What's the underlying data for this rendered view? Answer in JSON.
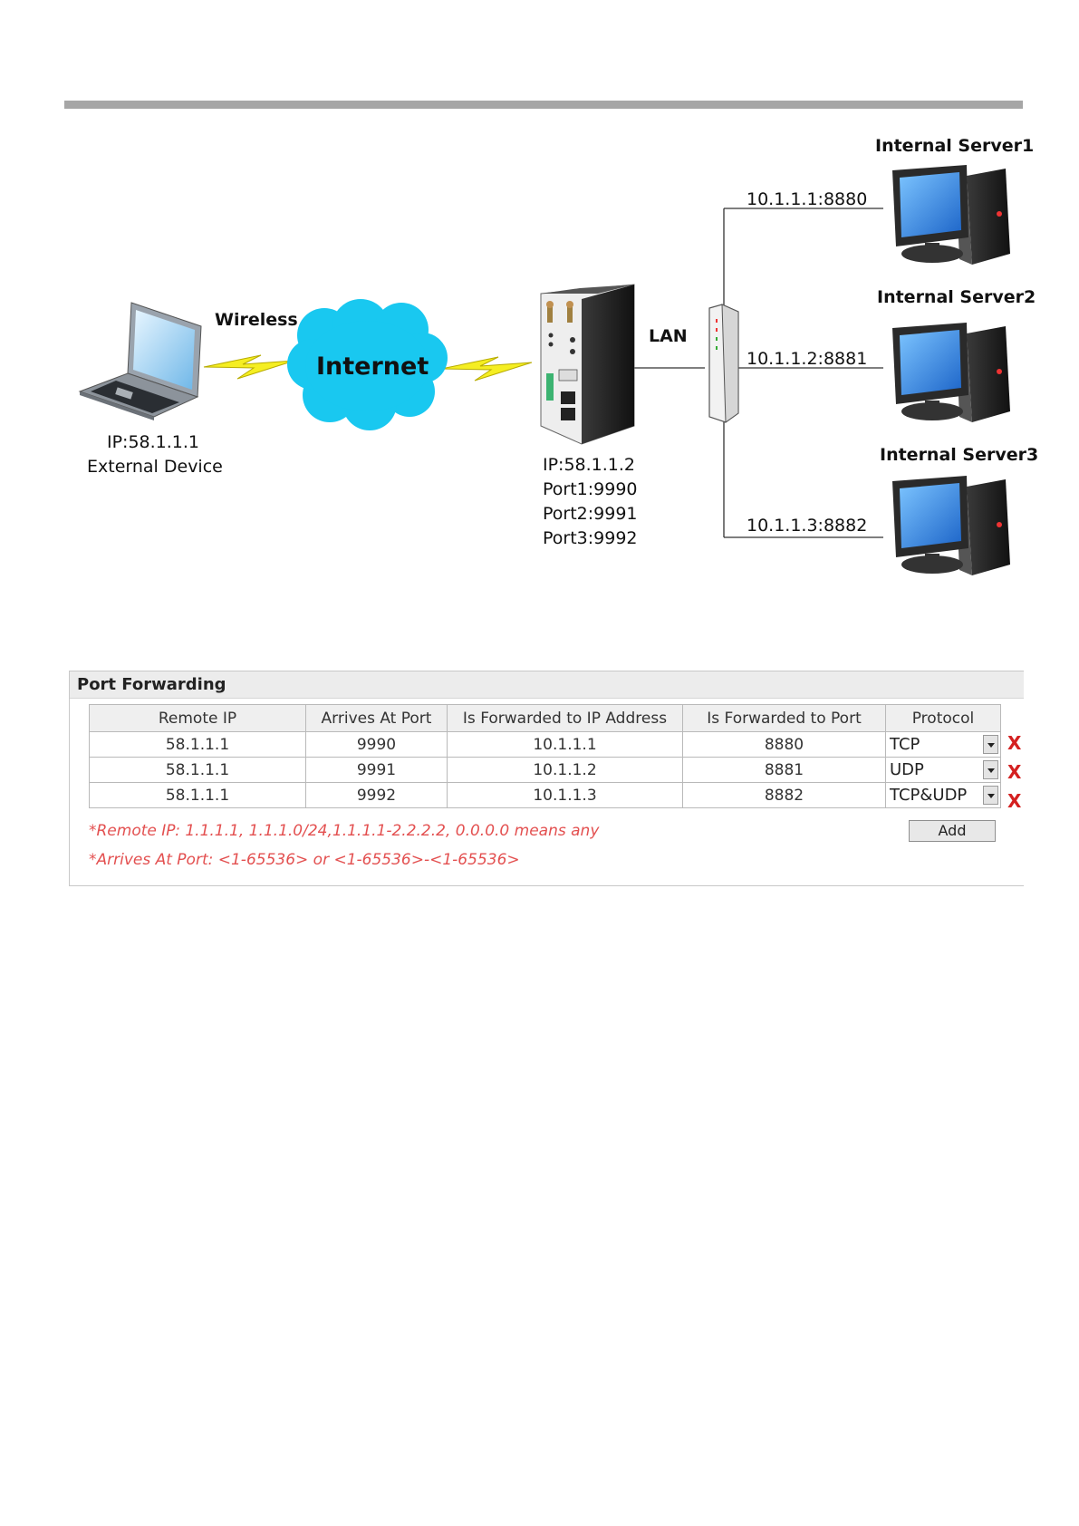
{
  "diagram": {
    "external_device": {
      "ip": "IP:58.1.1.1",
      "label": "External Device"
    },
    "wireless_label": "Wireless",
    "internet_label": "Internet",
    "lan_label": "LAN",
    "router": {
      "ip": "IP:58.1.1.2",
      "port1": "Port1:9990",
      "port2": "Port2:9991",
      "port3": "Port3:9992"
    },
    "servers": [
      {
        "name": "Internal Server1",
        "address": "10.1.1.1:8880"
      },
      {
        "name": "Internal Server2",
        "address": "10.1.1.2:8881"
      },
      {
        "name": "Internal Server3",
        "address": "10.1.1.3:8882"
      }
    ],
    "colors": {
      "cloud": "#19c8f0",
      "bolt": "#f5ee22",
      "screen": "#2f8fe0"
    }
  },
  "port_forwarding": {
    "title": "Port Forwarding",
    "columns": [
      "Remote IP",
      "Arrives At Port",
      "Is Forwarded to IP Address",
      "Is Forwarded to Port",
      "Protocol"
    ],
    "rows": [
      {
        "remote_ip": "58.1.1.1",
        "arrives_port": "9990",
        "forward_ip": "10.1.1.1",
        "forward_port": "8880",
        "protocol": "TCP"
      },
      {
        "remote_ip": "58.1.1.1",
        "arrives_port": "9991",
        "forward_ip": "10.1.1.2",
        "forward_port": "8881",
        "protocol": "UDP"
      },
      {
        "remote_ip": "58.1.1.1",
        "arrives_port": "9992",
        "forward_ip": "10.1.1.3",
        "forward_port": "8882",
        "protocol": "TCP&UDP"
      }
    ],
    "delete_glyph": "X",
    "note_remote_ip": "*Remote IP: 1.1.1.1, 1.1.1.0/24,1.1.1.1-2.2.2.2, 0.0.0.0 means any",
    "note_port": "*Arrives At Port: <1-65536> or <1-65536>-<1-65536>",
    "add_label": "Add",
    "accent_colors": {
      "note": "#e35050",
      "delete": "#d42020"
    }
  }
}
